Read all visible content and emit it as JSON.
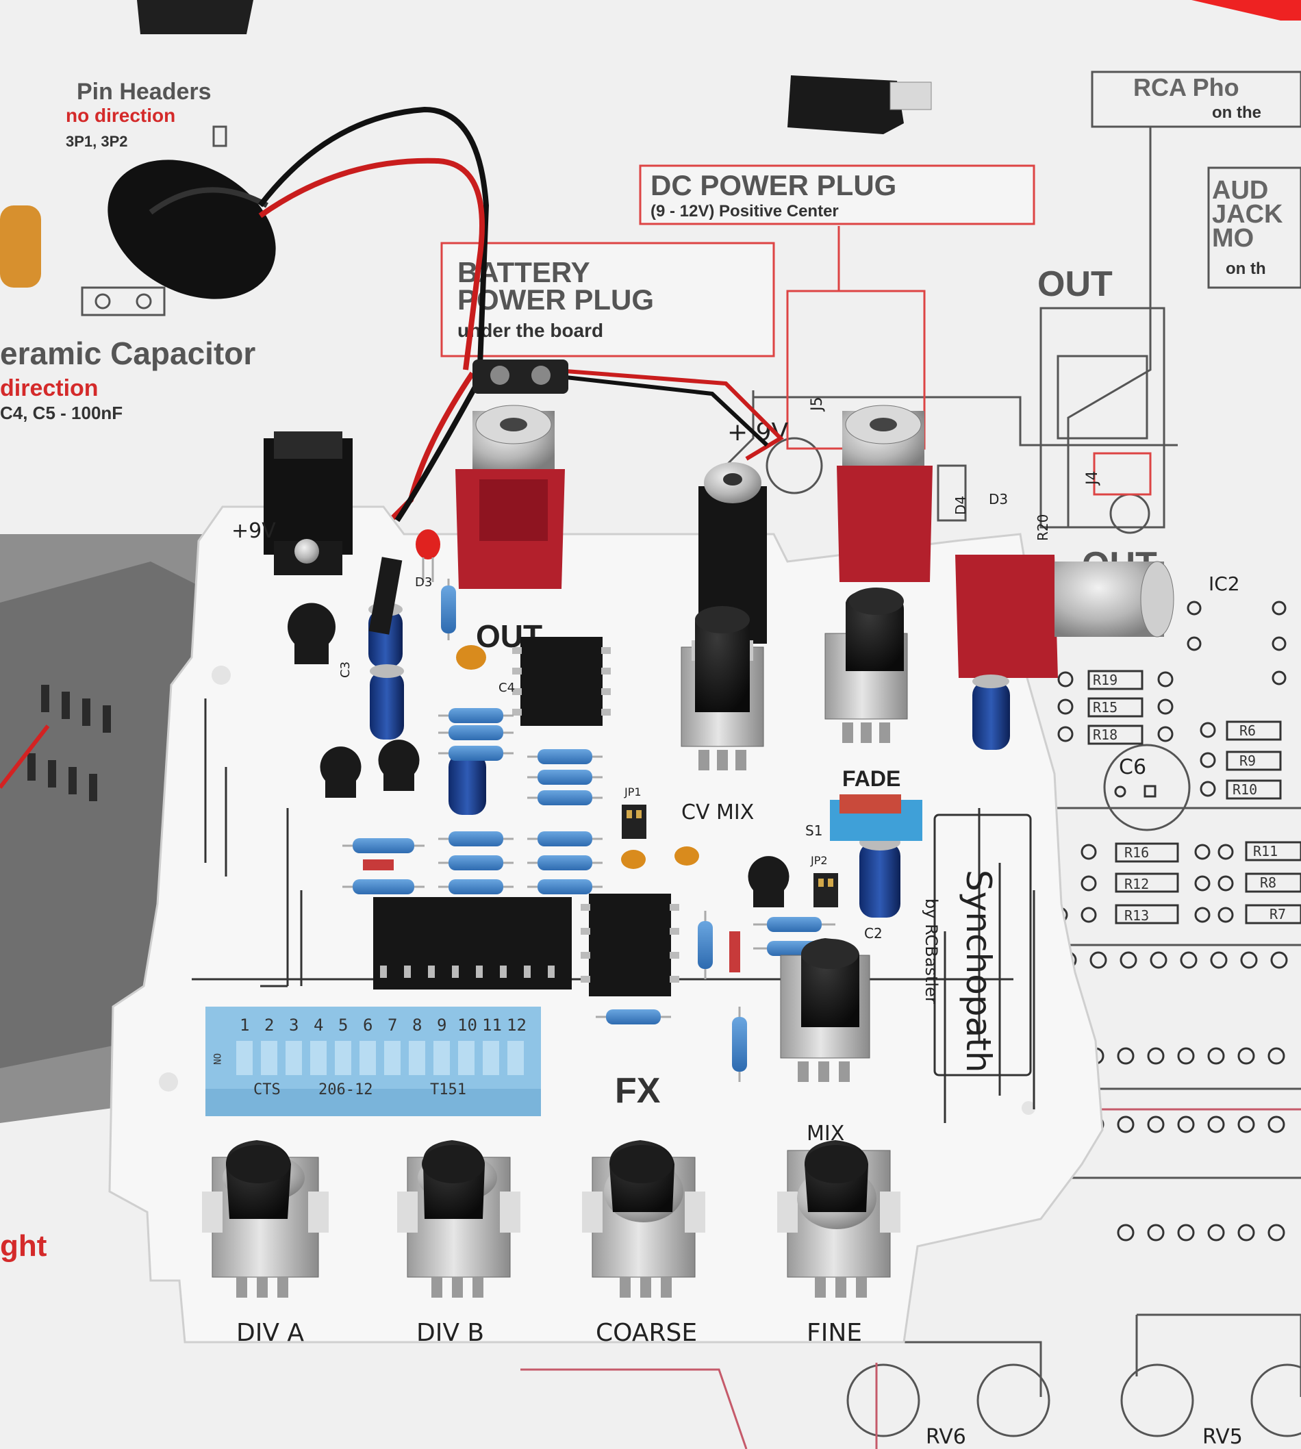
{
  "background_sheet": {
    "pin_headers_title": "Pin Headers",
    "pin_headers_note": "no direction",
    "pin_headers_refs": "3P1, 3P2",
    "ceramic_title": "eramic Capacitor",
    "ceramic_note": "direction",
    "ceramic_refs": "C4, C5 - 100nF",
    "dc_plug_title": "DC POWER PLUG",
    "dc_plug_sub": "(9 - 12V) Positive Center",
    "battery_title_1": "BATTERY",
    "battery_title_2": "POWER PLUG",
    "battery_sub": "under the board",
    "rca_title": "RCA Pho",
    "rca_sub": "on the",
    "audio_jack_1": "AUD",
    "audio_jack_2": "JACK",
    "audio_jack_3": "MO",
    "audio_jack_4": "on th",
    "out_label_1": "OUT",
    "out_label_2": "OUT",
    "plus9v": "+ 9V",
    "j5": "J5",
    "j4": "J4",
    "d4": "D4",
    "d3": "D3",
    "r20": "R20",
    "ic2": "IC2",
    "c6": "C6",
    "resistors": [
      "R19",
      "R15",
      "R18",
      "R6",
      "R9",
      "R10",
      "R16",
      "R11",
      "R12",
      "R8",
      "R13",
      "R7"
    ],
    "rv6": "RV6",
    "rv5": "RV5",
    "ght": "ght"
  },
  "pcb": {
    "plus9v": "+9V",
    "out": "OUT",
    "d3": "D3",
    "c3": "C3",
    "c4": "C4",
    "cv_mix": "CV MIX",
    "fade": "FADE",
    "s1": "S1",
    "jp1": "JP1",
    "jp2": "JP2",
    "c2": "C2",
    "brand": "Synchopath",
    "brand_by": "by RCBastler",
    "fx": "FX",
    "mix": "MIX",
    "knob_labels": [
      "DIV A",
      "DIV B",
      "COARSE",
      "FINE"
    ],
    "dip_numbers": [
      "1",
      "2",
      "3",
      "4",
      "5",
      "6",
      "7",
      "8",
      "9",
      "10",
      "11",
      "12"
    ],
    "dip_on": "ON",
    "dip_markings": [
      "CTS",
      "206-12",
      "T151"
    ]
  },
  "colors": {
    "sheet": "#f0f0f0",
    "pcb": "#f7f7f7",
    "red_text": "#d42a2a",
    "jack_red": "#b3202c",
    "dip_blue": "#8fc4e6",
    "knob": "#141414"
  }
}
